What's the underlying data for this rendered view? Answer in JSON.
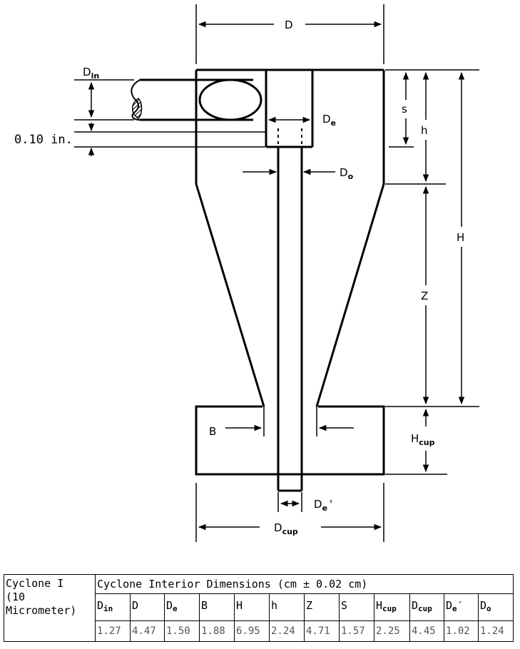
{
  "diagram": {
    "labels": {
      "D": "D",
      "Din": "D",
      "Din_sub": "in",
      "gap": "0.10 in.",
      "De": "D",
      "De_sub": "e",
      "s": "s",
      "h": "h",
      "Do": "D",
      "Do_sub": "o",
      "H": "H",
      "Z": "Z",
      "B": "B",
      "Hcup": "H",
      "Hcup_sub": "cup",
      "Deprime": "D",
      "Deprime_sub": "e",
      "Deprime_mark": "'",
      "Dcup": "D",
      "Dcup_sub": "cup"
    }
  },
  "table": {
    "side_label": [
      "Cyclone  I",
      "(10",
      "Micrometer)"
    ],
    "title": "Cyclone Interior Dimensions (cm ± 0.02 cm)",
    "columns": [
      {
        "base": "D",
        "sub": "in",
        "mark": ""
      },
      {
        "base": "D",
        "sub": "",
        "mark": ""
      },
      {
        "base": "D",
        "sub": "e",
        "mark": ""
      },
      {
        "base": "B",
        "sub": "",
        "mark": ""
      },
      {
        "base": "H",
        "sub": "",
        "mark": ""
      },
      {
        "base": "h",
        "sub": "",
        "mark": ""
      },
      {
        "base": "Z",
        "sub": "",
        "mark": ""
      },
      {
        "base": "S",
        "sub": "",
        "mark": ""
      },
      {
        "base": "H",
        "sub": "cup",
        "mark": ""
      },
      {
        "base": "D",
        "sub": "cup",
        "mark": ""
      },
      {
        "base": "D",
        "sub": "e",
        "mark": "′"
      },
      {
        "base": "D",
        "sub": "o",
        "mark": ""
      }
    ],
    "values": [
      "1.27",
      "4.47",
      "1.50",
      "1.88",
      "6.95",
      "2.24",
      "4.71",
      "1.57",
      "2.25",
      "4.45",
      "1.02",
      "1.24"
    ]
  }
}
